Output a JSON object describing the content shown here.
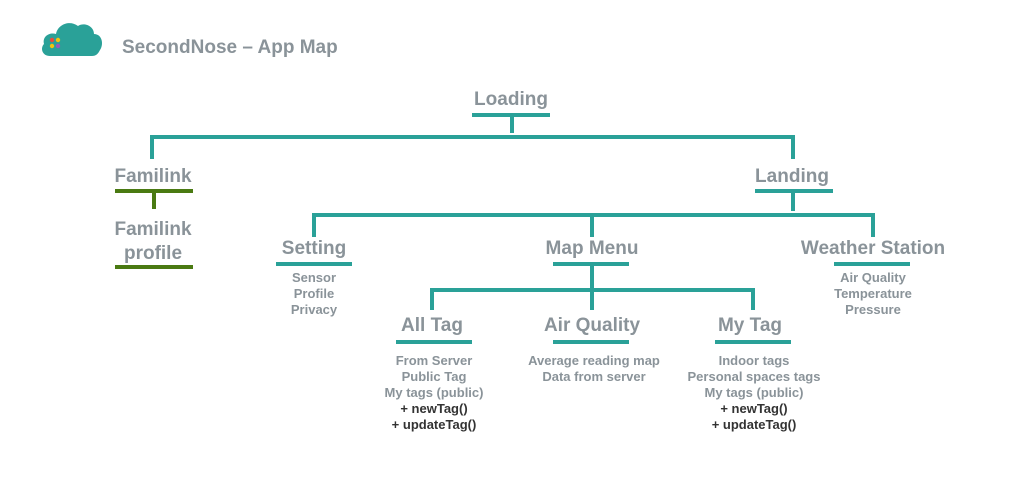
{
  "app_title": "SecondNose – App Map",
  "colors": {
    "teal": "#2aa198",
    "green": "#4a7a12",
    "grey_text": "#8a9399",
    "dark_text": "#333333"
  },
  "nodes": {
    "loading": {
      "label": "Loading"
    },
    "familink": {
      "label": "Familink"
    },
    "familink_profile": {
      "label_line1": "Familink",
      "label_line2": "profile"
    },
    "landing": {
      "label": "Landing"
    },
    "setting": {
      "label": "Setting",
      "items": [
        "Sensor",
        "Profile",
        "Privacy"
      ]
    },
    "map_menu": {
      "label": "Map Menu"
    },
    "weather_station": {
      "label": "Weather Station",
      "items": [
        "Air Quality",
        "Temperature",
        "Pressure"
      ]
    },
    "all_tag": {
      "label": "All Tag",
      "items": [
        "From Server",
        "Public Tag",
        "My tags (public)"
      ],
      "functions": [
        "+ newTag()",
        "+ updateTag()"
      ]
    },
    "air_quality": {
      "label": "Air Quality",
      "items": [
        "Average reading map",
        "Data from server"
      ]
    },
    "my_tag": {
      "label": "My Tag",
      "items": [
        "Indoor tags",
        "Personal spaces tags",
        "My tags (public)"
      ],
      "functions": [
        "+ newTag()",
        "+ updateTag()"
      ]
    }
  }
}
